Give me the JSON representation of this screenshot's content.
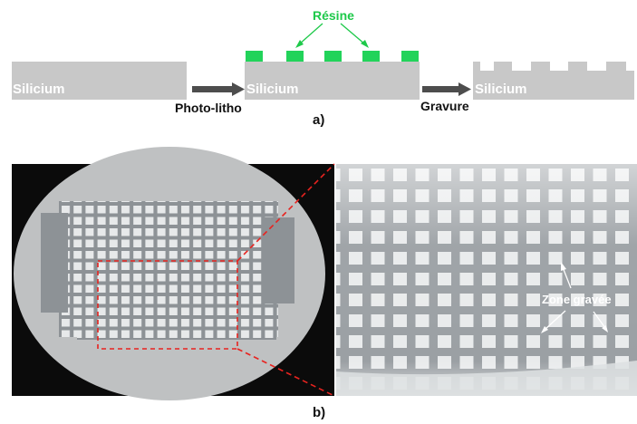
{
  "colors": {
    "silicon": "#c8c8c8",
    "resin": "#22d35a",
    "arrow": "#4d4d4d",
    "zoom_line": "#e8231f",
    "background": "#ffffff",
    "photo_bg": "#0b0b0b"
  },
  "panel_a": {
    "silicon_label": "Silicium",
    "resin_label": "Résine",
    "step1_label": "Photo-litho",
    "step2_label": "Gravure",
    "part_label": "a)"
  },
  "panel_b": {
    "etched_zone_label": "Zone gravée",
    "part_label": "b)"
  }
}
